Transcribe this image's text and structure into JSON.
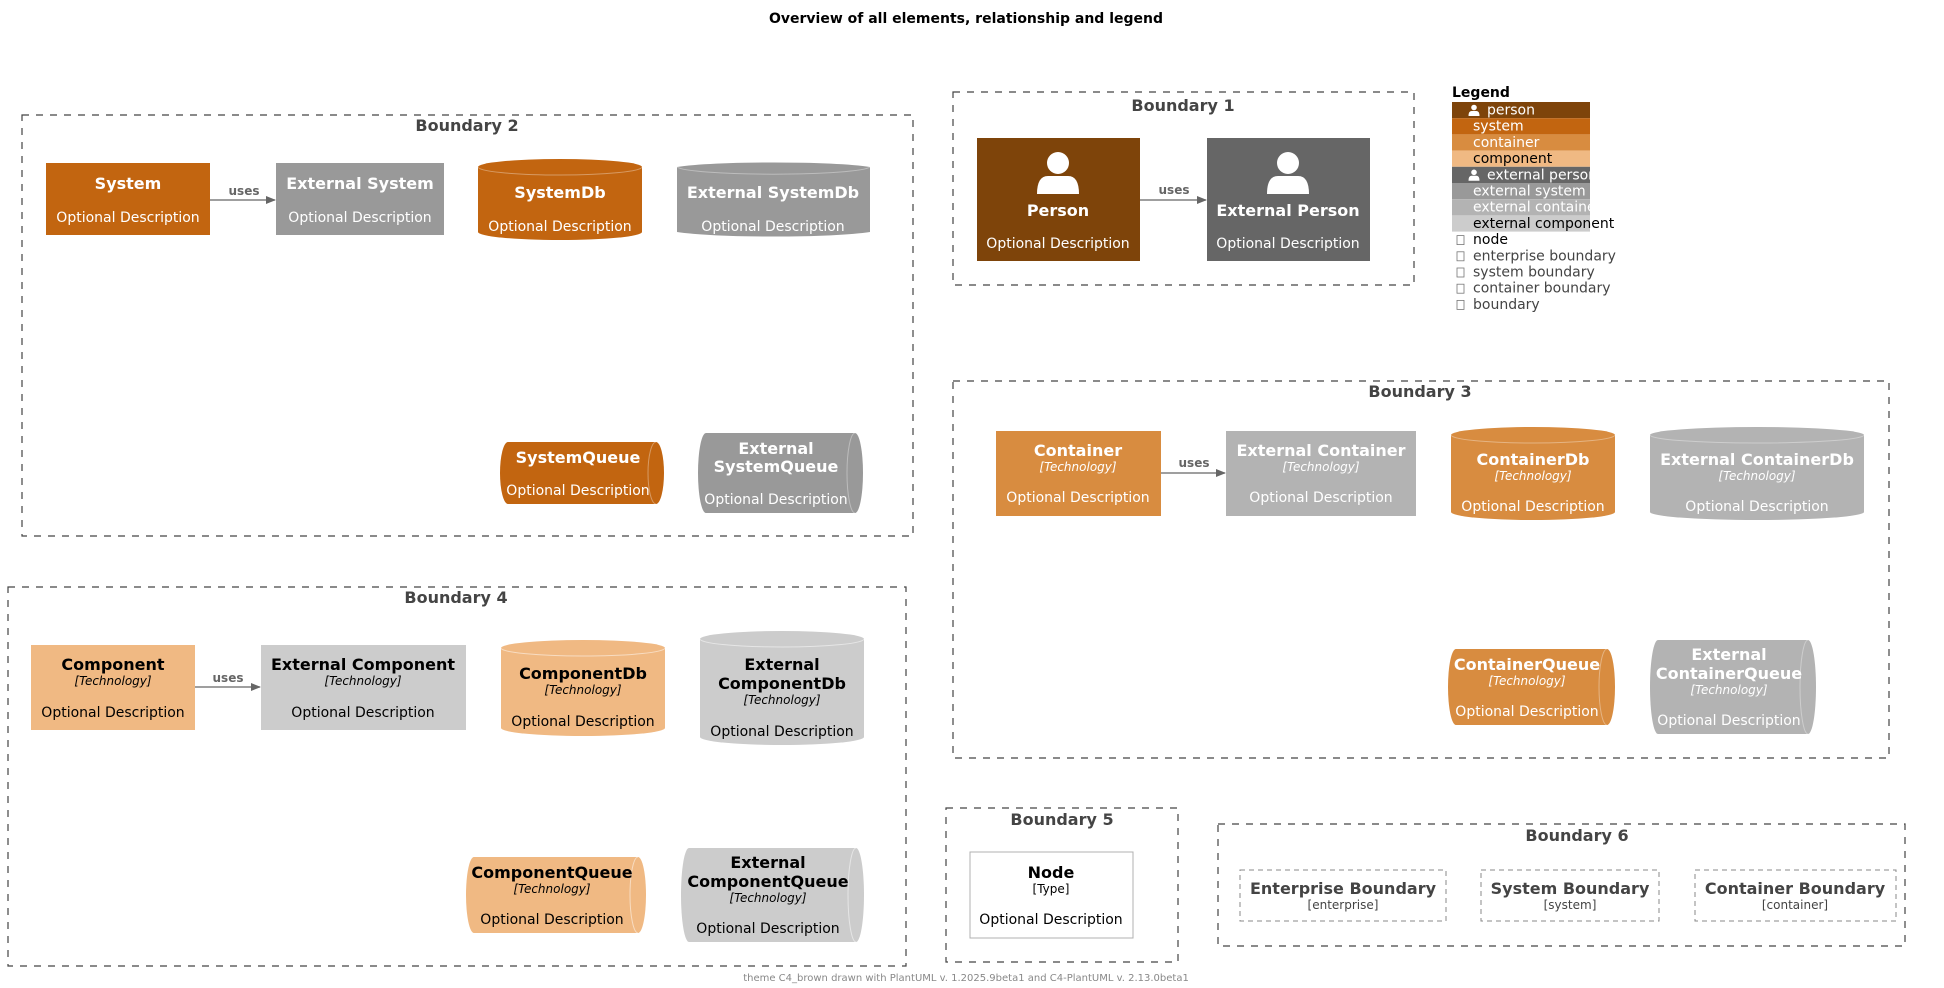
{
  "title": "Overview of all elements, relationship and legend",
  "footer": "theme C4_brown drawn with PlantUML v. 1.2025.9beta1 and C4-PlantUML v. 2.13.0beta1",
  "colors": {
    "person": "#7e440a",
    "system": "#c26510",
    "container": "#d88c40",
    "component": "#f0b983",
    "external_person": "#666666",
    "external_system": "#999999",
    "external_container": "#b3b3b3",
    "external_component": "#cccccc",
    "boundary_line": "#444444",
    "arrow": "#666666"
  },
  "boundaries": {
    "b1": "Boundary 1",
    "b2": "Boundary 2",
    "b3": "Boundary 3",
    "b4": "Boundary 4",
    "b5": "Boundary 5",
    "b6": "Boundary 6"
  },
  "elements": {
    "person": {
      "name": "Person",
      "desc": "Optional Description"
    },
    "ext_person": {
      "name": "External Person",
      "desc": "Optional Description"
    },
    "system": {
      "name": "System",
      "desc": "Optional Description"
    },
    "ext_system": {
      "name": "External System",
      "desc": "Optional Description"
    },
    "system_db": {
      "name": "SystemDb",
      "desc": "Optional Description"
    },
    "ext_system_db": {
      "name": "External SystemDb",
      "desc": "Optional Description"
    },
    "system_queue": {
      "name": "SystemQueue",
      "desc": "Optional Description"
    },
    "ext_system_queue": {
      "name1": "External",
      "name2": "SystemQueue",
      "desc": "Optional Description"
    },
    "container": {
      "name": "Container",
      "tech": "[Technology]",
      "desc": "Optional Description"
    },
    "ext_container": {
      "name": "External Container",
      "tech": "[Technology]",
      "desc": "Optional Description"
    },
    "container_db": {
      "name": "ContainerDb",
      "tech": "[Technology]",
      "desc": "Optional Description"
    },
    "ext_container_db": {
      "name": "External ContainerDb",
      "tech": "[Technology]",
      "desc": "Optional Description"
    },
    "container_queue": {
      "name": "ContainerQueue",
      "tech": "[Technology]",
      "desc": "Optional Description"
    },
    "ext_container_queue": {
      "name1": "External",
      "name2": "ContainerQueue",
      "tech": "[Technology]",
      "desc": "Optional Description"
    },
    "component": {
      "name": "Component",
      "tech": "[Technology]",
      "desc": "Optional Description"
    },
    "ext_component": {
      "name": "External Component",
      "tech": "[Technology]",
      "desc": "Optional Description"
    },
    "component_db": {
      "name": "ComponentDb",
      "tech": "[Technology]",
      "desc": "Optional Description"
    },
    "ext_component_db": {
      "name1": "External",
      "name2": "ComponentDb",
      "tech": "[Technology]",
      "desc": "Optional Description"
    },
    "component_queue": {
      "name": "ComponentQueue",
      "tech": "[Technology]",
      "desc": "Optional Description"
    },
    "ext_component_queue": {
      "name1": "External",
      "name2": "ComponentQueue",
      "tech": "[Technology]",
      "desc": "Optional Description"
    },
    "node": {
      "name": "Node",
      "type": "[Type]",
      "desc": "Optional Description"
    },
    "enterprise_boundary": {
      "name": "Enterprise Boundary",
      "type": "[enterprise]"
    },
    "system_boundary": {
      "name": "System Boundary",
      "type": "[system]"
    },
    "container_boundary": {
      "name": "Container Boundary",
      "type": "[container]"
    }
  },
  "relations": {
    "uses": "uses"
  },
  "legend": {
    "title": "Legend",
    "items": [
      {
        "label": "person",
        "icon": "person-icon"
      },
      {
        "label": "system"
      },
      {
        "label": "container"
      },
      {
        "label": "component"
      },
      {
        "label": "external person",
        "icon": "person-icon"
      },
      {
        "label": "external system"
      },
      {
        "label": "external container"
      },
      {
        "label": "external component"
      },
      {
        "label": "node",
        "icon": "boundary-glyph-icon"
      },
      {
        "label": "enterprise boundary",
        "icon": "boundary-glyph-icon"
      },
      {
        "label": "system boundary",
        "icon": "boundary-glyph-icon"
      },
      {
        "label": "container boundary",
        "icon": "boundary-glyph-icon"
      },
      {
        "label": "boundary",
        "icon": "boundary-glyph-icon"
      }
    ]
  }
}
